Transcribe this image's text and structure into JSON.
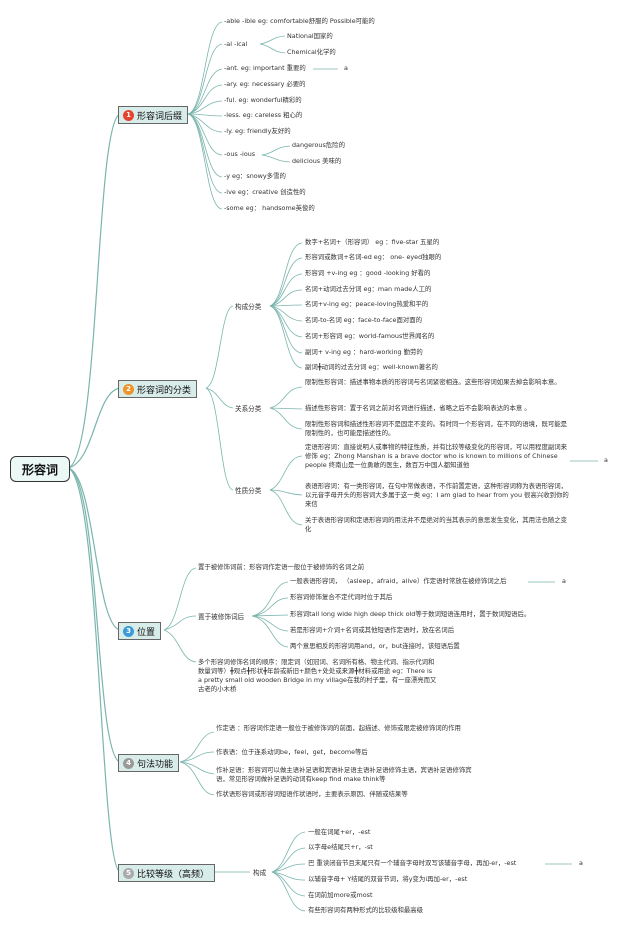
{
  "root": {
    "label": "形容词"
  },
  "colors": {
    "line": "#7ab5ad",
    "num_red": "#e8422f",
    "num_orange": "#f0932b",
    "num_blue": "#3c9bd6",
    "num_gray": "#999999",
    "num_light": "#aaaaaa"
  },
  "branches": [
    {
      "number": "1",
      "label": "形容词后缀",
      "leaves": [
        "-able -ible eg: comfortable舒服的  Possible可能的",
        "-al -ical",
        "National国家的",
        "Chemical化学的",
        "-ant. eg: important 重要的",
        "a",
        "-ary. eg: necessary 必要的",
        "-ful. eg: wonderful精彩的",
        "-less. eg: careless 粗心的",
        "-ly. eg: friendly友好的",
        "-ous -ious",
        "dangerous危险的",
        "delicious 美味的",
        "-y eg：snowy多雪的",
        "-ive eg：creative 创造性的",
        "-some eg：  handsome英俊的"
      ]
    },
    {
      "number": "2",
      "label": "形容词的分类",
      "groups": [
        {
          "label": "构成分类",
          "items": [
            "数字+名词+（形容词）  eg ：five-star 五星的",
            "形容词或数词+名词-ed eg： one- eyed独眼的",
            "形容词 +v-ing eg ：good -looking 好看的",
            "名词+动词过去分词 eg：man made人工的",
            "名词+v-ing eg：peace-loving热爱和平的",
            "名词-to-名词 eg：face-to-face面对面的",
            "名词+形容词 eg：world-famous世界闻名的",
            "副词+ v-ing eg ：hard-working 勤劳的",
            "副词╋动词的过去分词 eg：well-known著名的"
          ]
        },
        {
          "label": "关系分类",
          "items": [
            "限制性形容词：描述事物本质的形容词与名词紧密相连。这些形容词如果去掉会影响本意。",
            "描述性形容词：置于名词之前对名词进行描述，省略之后不会影响表达的本意 。",
            "限制性形容词和描述性形容词不是固定不变的。有时同一个形容词，在不同的语境，既可能是限制性的，也可能是描述性的。"
          ]
        },
        {
          "label": "性质分类",
          "items": [
            "定语形容词：直接说明人或事物的特征性质，并有比较等级变化的形容词，可以用程度副词来修饰 eg：Zhong Manshan is a brave doctor who is known to millions of Chinese people 终南山是一位勇敢的医生，数百万中国人都知道他",
            "a",
            "表语形容词：有一类形容词，在句中常做表语，不作前置定语，这种形容词称为表语形容词，以元音字母开头的形容词大多属于这一类 eg：I am glad to hear from you 很高兴收到你的来信",
            "关于表语形容词和定语形容词的用法并不是绝对的当其表示的意思发生变化，其用法也随之变化"
          ]
        }
      ]
    },
    {
      "number": "3",
      "label": "位置",
      "before": "置于被修饰词前：形容词作定语一般位于被修饰的名词之前",
      "after_label": "置于被修饰词后",
      "after_items": [
        "一般表语形容词，  （asleep，afraid，alive）作定语时常放在被修饰词之后",
        "a",
        "形容词修饰复合不定代词时位于其后",
        "形容词tall long wide high deep thick old等于数词短语连用时，置于数词短语后。",
        "若是形容词+介词+名词或其他短语作定语时，放在名词后",
        "两个意思相反的形容词用and，or，but连接时，该短语后置"
      ],
      "order": "多个形容词修饰名词的顺序：限定词（如冠词、名词所有格、物主代词、指示代词和数量词等）╋观点╋形状╋年龄或新旧+颜色+处处或来源╋材料或用途  eg：There is a pretty small old wooden Bridge in my village在我的村子里，有一座漂亮而又古老的小木桥"
    },
    {
      "number": "4",
      "label": "句法功能",
      "items": [
        "作定语 ：形容词作定语一般位于被修饰词的前面，起描述、修饰或限定被修饰词的作用",
        "作表语：位于连系动词be，feel，get，become等后",
        "作补足语：形容词可以做主语补足语和宾语补足语主语补足语修饰主语，宾语补足语修饰宾语，常见形容词做补足语的动词有keep find make think等",
        "作状语形容词或形容词短语作状语时，主要表示原因、伴随或结果等"
      ]
    },
    {
      "number": "5",
      "label": "比较等级（高频）",
      "group_label": "构成",
      "items": [
        "一般在词尾+er，-est",
        "以字母e结尾只+r，-st",
        "巴 重读闭音节且末尾只有一个辅音字母时双写该辅音字母，再加-er，-est",
        "a",
        "以辅音字母+ Y结尾的双音节词，将y变为i再加-er，-est",
        "在词前加more或most",
        "有些形容词有两种形式的比较级和最高级"
      ]
    }
  ]
}
